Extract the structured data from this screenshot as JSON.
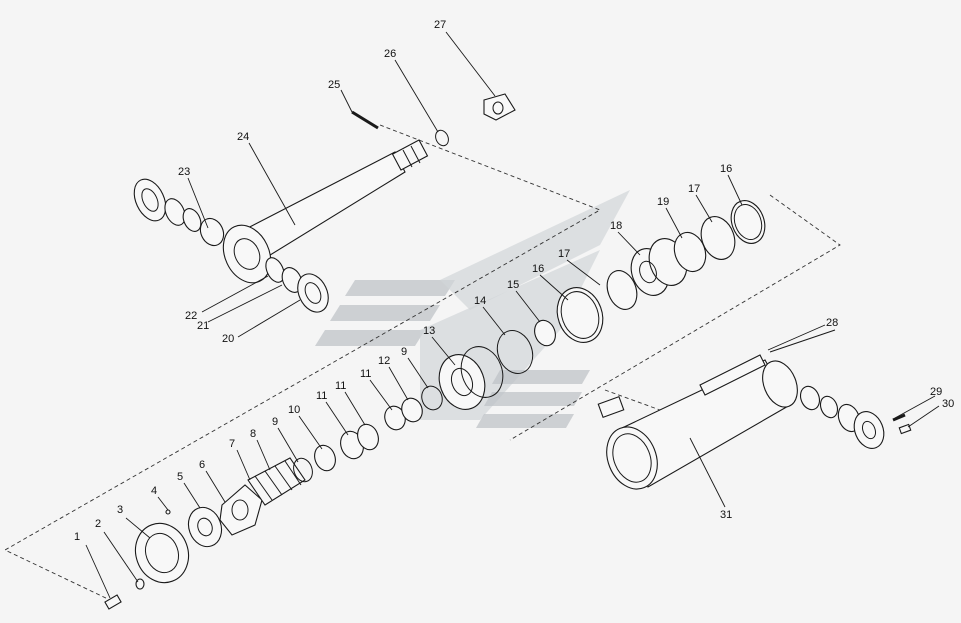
{
  "labels": [
    {
      "id": "p1",
      "text": "1"
    },
    {
      "id": "p2",
      "text": "2"
    },
    {
      "id": "p3",
      "text": "3"
    },
    {
      "id": "p4",
      "text": "4"
    },
    {
      "id": "p5",
      "text": "5"
    },
    {
      "id": "p6",
      "text": "6"
    },
    {
      "id": "p7",
      "text": "7"
    },
    {
      "id": "p8",
      "text": "8"
    },
    {
      "id": "p9a",
      "text": "9"
    },
    {
      "id": "p10",
      "text": "10"
    },
    {
      "id": "p11a",
      "text": "11"
    },
    {
      "id": "p11b",
      "text": "11"
    },
    {
      "id": "p11c",
      "text": "11"
    },
    {
      "id": "p12",
      "text": "12"
    },
    {
      "id": "p9b",
      "text": "9"
    },
    {
      "id": "p13",
      "text": "13"
    },
    {
      "id": "p14",
      "text": "14"
    },
    {
      "id": "p15",
      "text": "15"
    },
    {
      "id": "p16a",
      "text": "16"
    },
    {
      "id": "p17a",
      "text": "17"
    },
    {
      "id": "p18",
      "text": "18"
    },
    {
      "id": "p19",
      "text": "19"
    },
    {
      "id": "p17b",
      "text": "17"
    },
    {
      "id": "p16b",
      "text": "16"
    },
    {
      "id": "p20",
      "text": "20"
    },
    {
      "id": "p21",
      "text": "21"
    },
    {
      "id": "p22",
      "text": "22"
    },
    {
      "id": "p23",
      "text": "23"
    },
    {
      "id": "p24",
      "text": "24"
    },
    {
      "id": "p25",
      "text": "25"
    },
    {
      "id": "p26",
      "text": "26"
    },
    {
      "id": "p27",
      "text": "27"
    },
    {
      "id": "p28",
      "text": "28"
    },
    {
      "id": "p29",
      "text": "29"
    },
    {
      "id": "p30",
      "text": "30"
    },
    {
      "id": "p31",
      "text": "31"
    }
  ],
  "colors": {
    "line": "#1a1a1a",
    "background": "#f5f5f5",
    "watermark": "#bfc3c7"
  }
}
